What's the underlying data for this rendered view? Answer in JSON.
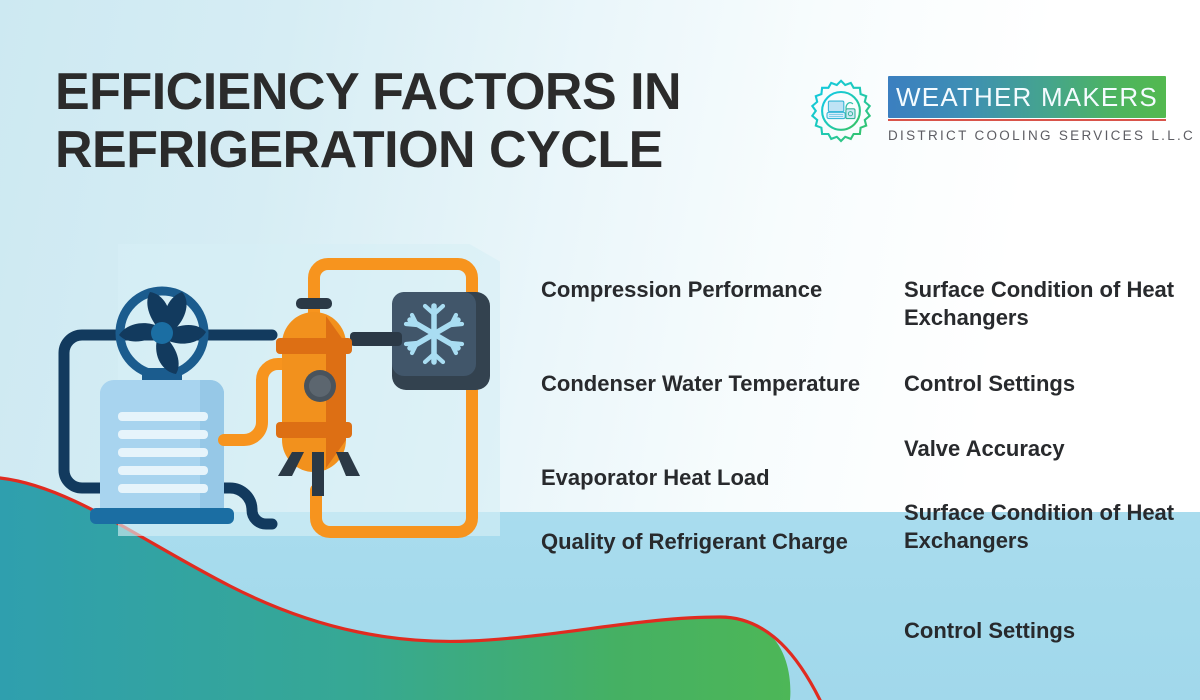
{
  "header": {
    "title": "EFFICIENCY FACTORS IN REFRIGERATION CYCLE"
  },
  "logo": {
    "mark_icon": "gear-ac-unit-icon",
    "name": "WEATHER MAKERS",
    "tagline": "DISTRICT COOLING SERVICES L.L.C",
    "banner_gradient_start": "#3b7fc0",
    "banner_gradient_end": "#53b94f",
    "rule_color": "#d9544a",
    "tagline_color": "#5d5d63"
  },
  "factors": {
    "left_column": [
      "Compression Performance",
      "Condenser Water Temperature",
      "Evaporator Heat Load",
      "Quality of Refrigerant Charge"
    ],
    "right_column": [
      "Surface Condition of Heat Exchangers",
      "Control Settings",
      "Valve Accuracy",
      "Surface Condition of Heat Exchangers",
      "Control Settings"
    ]
  },
  "illustration": {
    "alt": "refrigeration cycle diagram",
    "parts": [
      "condenser-fan-unit",
      "navy-pipe-loop",
      "orange-pipe-loop",
      "orange-receiver-vessel",
      "pressure-gauge",
      "evaporator-snowflake-box"
    ],
    "colors": {
      "navy_pipe": "#123a5e",
      "orange_pipe": "#f7941e",
      "vessel_body": "#f2911d",
      "vessel_dark": "#dd6f14",
      "condenser_body": "#a8d4ef",
      "condenser_base": "#1b6ea3",
      "snowflake_box": "#3e5061",
      "snowflake": "#a9ddf2"
    }
  },
  "background": {
    "gradient_start": "#cde9f2",
    "gradient_end": "#ffffff",
    "band_color": "#a4daec",
    "wave_teal": "#2f9fae",
    "wave_green": "#46b05f",
    "wave_accent_line": "#e02b20"
  },
  "text_color": "#282a2d"
}
